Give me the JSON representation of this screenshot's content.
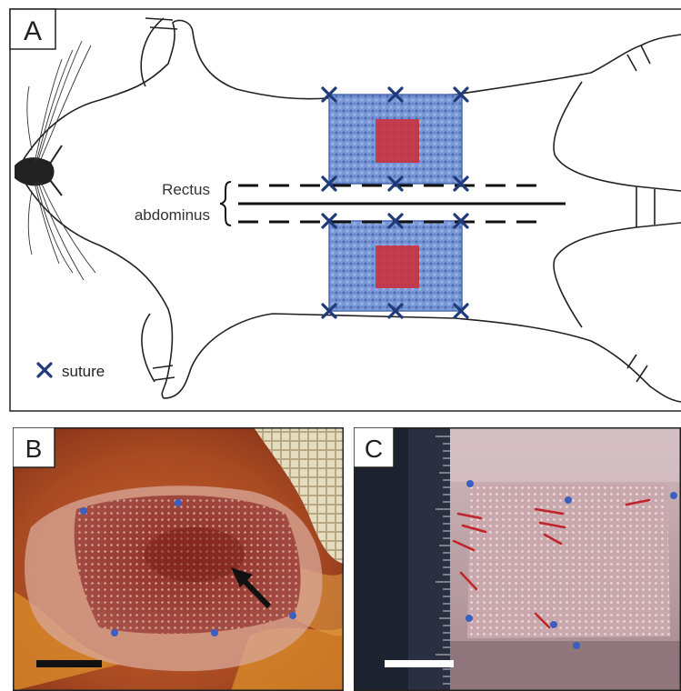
{
  "panel_a": {
    "letter": "A",
    "label_line1": "Rectus",
    "label_line2": "abdominus",
    "legend_text": "suture"
  },
  "panel_b": {
    "letter": "B"
  },
  "panel_c": {
    "letter": "C"
  },
  "colors": {
    "mesh_blue": "#6f8fd0",
    "implant_red": "#c8323e",
    "suture_navy": "#1f3a7a",
    "tissue_red": "#a33a2a",
    "fat_orange": "#d9892a"
  }
}
